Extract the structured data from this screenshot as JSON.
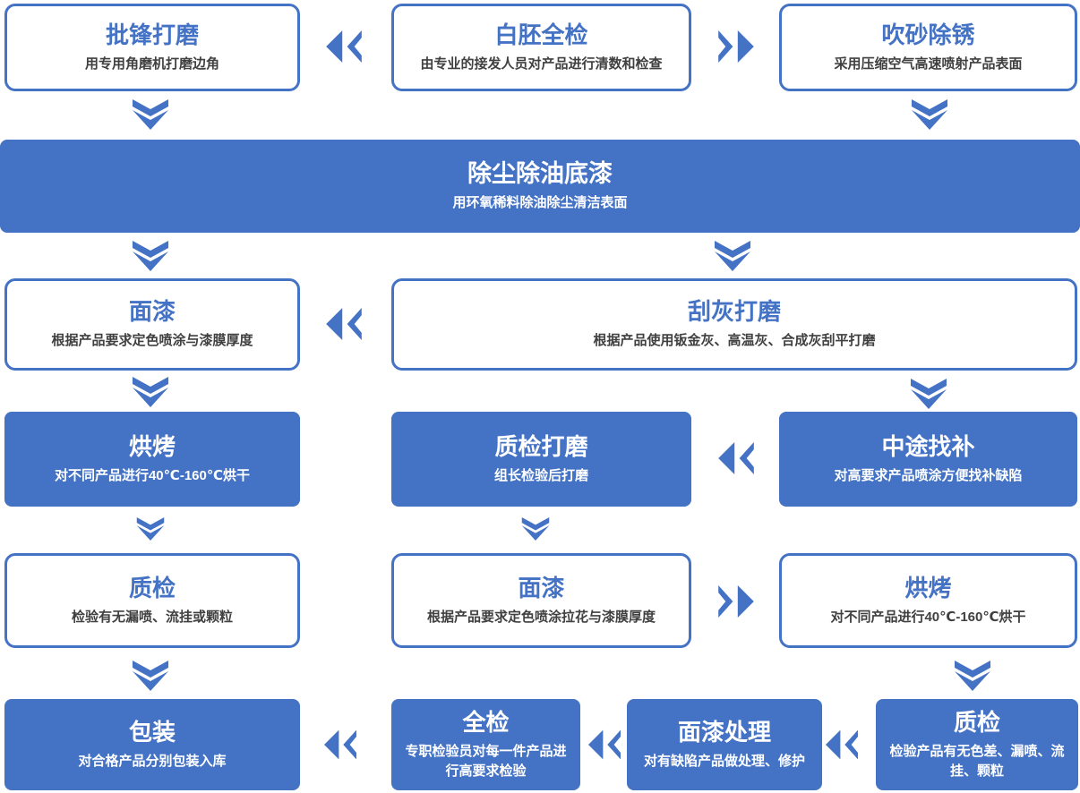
{
  "palette": {
    "accent_blue": "#4472C4",
    "box_background_white": "#ffffff",
    "subtitle_text_dark": "#404040",
    "solid_box_text": "#ffffff"
  },
  "nodes": {
    "pifeng": {
      "title": "批锋打磨",
      "subtitle": "用专用角磨机打磨边角"
    },
    "baipei": {
      "title": "白胚全检",
      "subtitle": "由专业的接发人员对产品进行清数和检查"
    },
    "chuisha": {
      "title": "吹砂除锈",
      "subtitle": "采用压缩空气高速喷射产品表面"
    },
    "dichen": {
      "title": "除尘除油底漆",
      "subtitle": "用环氧稀料除油除尘清洁表面"
    },
    "mianqi1": {
      "title": "面漆",
      "subtitle": "根据产品要求定色喷涂与漆膜厚度"
    },
    "guahui": {
      "title": "刮灰打磨",
      "subtitle": "根据产品使用钣金灰、高温灰、合成灰刮平打磨"
    },
    "hongkao1": {
      "title": "烘烤",
      "subtitle": "对不同产品进行40℃-160℃烘干"
    },
    "zhijian_damo": {
      "title": "质检打磨",
      "subtitle": "组长检验后打磨"
    },
    "zhongtu": {
      "title": "中途找补",
      "subtitle": "对高要求产品喷涂方便找补缺陷"
    },
    "zhijian1": {
      "title": "质检",
      "subtitle": "检验有无漏喷、流挂或颗粒"
    },
    "mianqi2": {
      "title": "面漆",
      "subtitle": "根据产品要求定色喷涂拉花与漆膜厚度"
    },
    "hongkao2": {
      "title": "烘烤",
      "subtitle": "对不同产品进行40℃-160℃烘干"
    },
    "baozhuang": {
      "title": "包装",
      "subtitle": "对合格产品分别包装入库"
    },
    "quanjian": {
      "title": "全检",
      "subtitle": "专职检验员对每一件产品进行高要求检验"
    },
    "mianqi_chuli": {
      "title": "面漆处理",
      "subtitle": "对有缺陷产品做处理、修护"
    },
    "zhijian2": {
      "title": "质检",
      "subtitle": "检验产品有无色差、漏喷、流挂、颗粒"
    }
  },
  "flow_arrows": [
    {
      "from": "白胚全检",
      "to": "批锋打磨",
      "direction": "left"
    },
    {
      "from": "白胚全检",
      "to": "吹砂除锈",
      "direction": "right"
    },
    {
      "from": "批锋打磨",
      "to": "除尘除油底漆",
      "direction": "down"
    },
    {
      "from": "吹砂除锈",
      "to": "除尘除油底漆",
      "direction": "down"
    },
    {
      "from": "除尘除油底漆",
      "to": "面漆",
      "direction": "down"
    },
    {
      "from": "除尘除油底漆",
      "to": "刮灰打磨",
      "direction": "down"
    },
    {
      "from": "刮灰打磨",
      "to": "面漆",
      "direction": "left"
    },
    {
      "from": "面漆",
      "to": "烘烤",
      "direction": "down"
    },
    {
      "from": "刮灰打磨",
      "to": "中途找补",
      "direction": "down"
    },
    {
      "from": "中途找补",
      "to": "质检打磨",
      "direction": "left"
    },
    {
      "from": "烘烤",
      "to": "质检",
      "direction": "down"
    },
    {
      "from": "质检打磨",
      "to": "面漆",
      "direction": "down"
    },
    {
      "from": "面漆",
      "to": "烘烤",
      "direction": "right"
    },
    {
      "from": "质检",
      "to": "包装",
      "direction": "down"
    },
    {
      "from": "烘烤",
      "to": "质检",
      "direction": "down"
    },
    {
      "from": "质检",
      "to": "面漆处理",
      "direction": "left"
    },
    {
      "from": "面漆处理",
      "to": "全检",
      "direction": "left"
    },
    {
      "from": "全检",
      "to": "包装",
      "direction": "left"
    }
  ]
}
